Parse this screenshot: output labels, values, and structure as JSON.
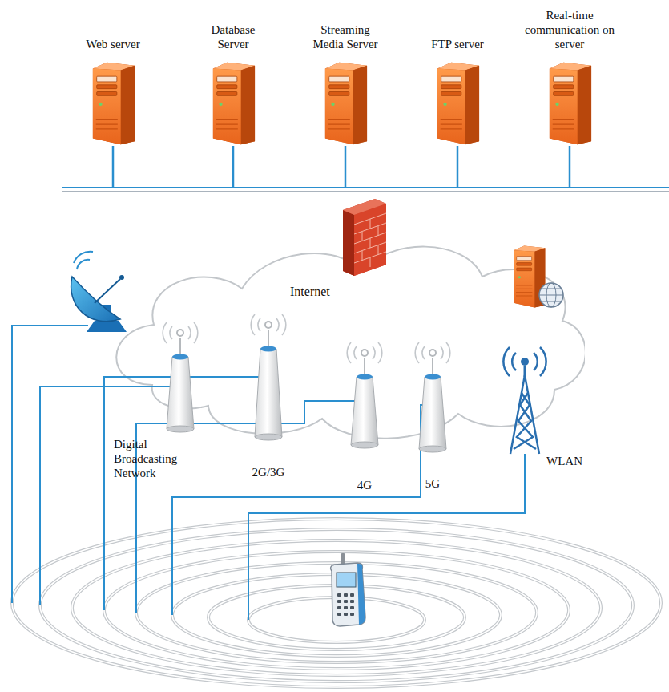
{
  "diagram": {
    "nodes": [
      {
        "text": [
          "Web server"
        ]
      },
      {
        "text": [
          "Database Server"
        ]
      },
      {
        "text": [
          "Streaming Media Server"
        ]
      },
      {
        "text": [
          "FTP server"
        ]
      },
      {
        "text": [
          "Real-time communication on server"
        ]
      },
      {
        "text": [
          "Internet"
        ]
      },
      {
        "text": [
          "Digital Broadcasting Network"
        ]
      },
      {
        "text": [
          "2G/3G"
        ]
      },
      {
        "text": [
          "4G"
        ]
      },
      {
        "text": [
          "5G"
        ]
      },
      {
        "text": [
          "WLAN"
        ]
      }
    ]
  }
}
